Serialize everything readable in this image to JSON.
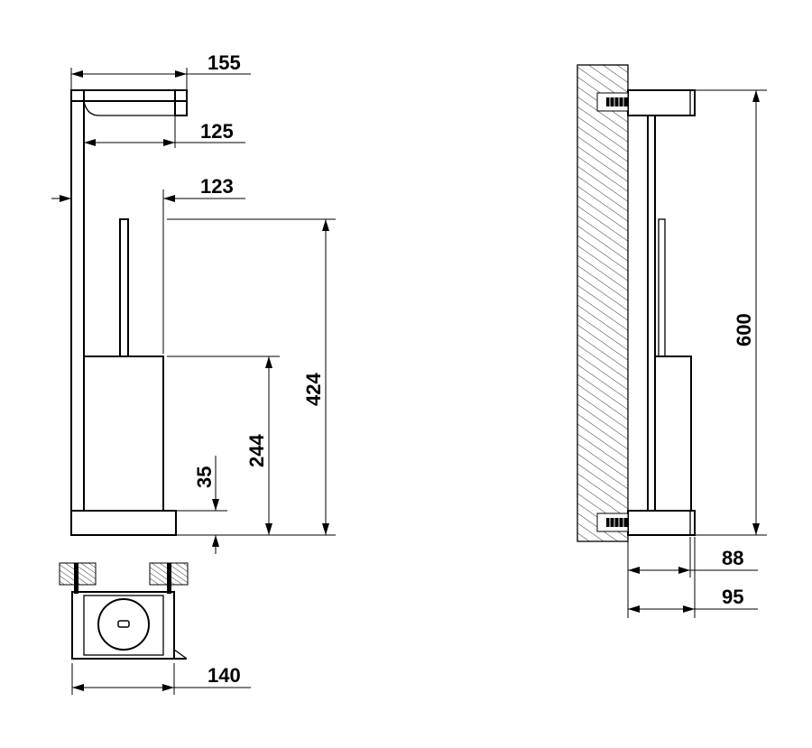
{
  "dimensions": {
    "top_width": "155",
    "arm_length": "125",
    "holder_offset": "123",
    "overall_height_front": "424",
    "container_height": "244",
    "base_height": "35",
    "base_width": "140",
    "overall_height_side": "600",
    "depth_inner": "88",
    "depth_outer": "95"
  }
}
